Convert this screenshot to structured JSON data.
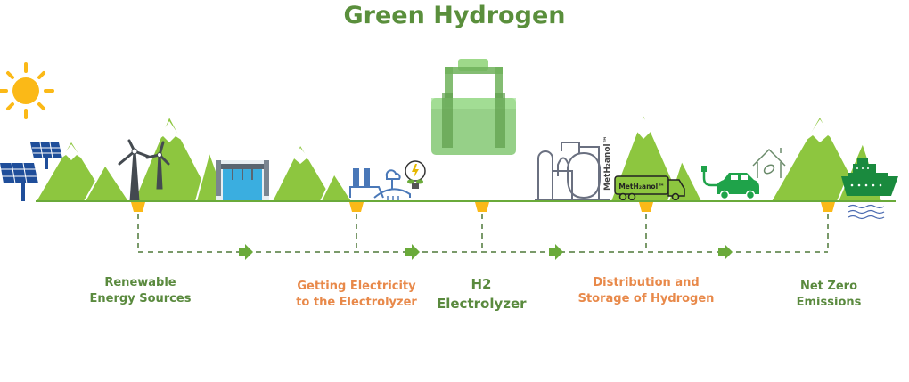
{
  "title": "Green Hydrogen",
  "colors": {
    "title": "#5a8f3c",
    "mountain": "#8dc63f",
    "mountain_dark": "#7ab648",
    "baseline": "#6aaa3a",
    "marker": "#fbb917",
    "connector": "#7a9a6a",
    "arrow": "#6aaa3a",
    "label_green": "#5a8a3e",
    "label_orange": "#e8894a",
    "sun": "#fbb917",
    "solar_panel": "#1f4e9a",
    "dam_water": "#3aaee0",
    "electrolyzer": "#7cc46a",
    "vehicle": "#1fa34a"
  },
  "stages": [
    {
      "id": "renewable",
      "line1": "Renewable",
      "line2": "Energy Sources",
      "color": "green"
    },
    {
      "id": "electricity",
      "line1": "Getting Electricity",
      "line2": "to the Electrolyzer",
      "color": "orange"
    },
    {
      "id": "electrolyzer",
      "line1": "H2",
      "line2": "Electrolyzer",
      "color": "green"
    },
    {
      "id": "distribution",
      "line1": "Distribution and",
      "line2": "Storage of Hydrogen",
      "color": "orange"
    },
    {
      "id": "netzero",
      "line1": "Net Zero",
      "line2": "Emissions",
      "color": "green"
    }
  ],
  "icons": {
    "truck_label": "MetH₂anol™",
    "plant_label": "MetH₂anol™"
  }
}
